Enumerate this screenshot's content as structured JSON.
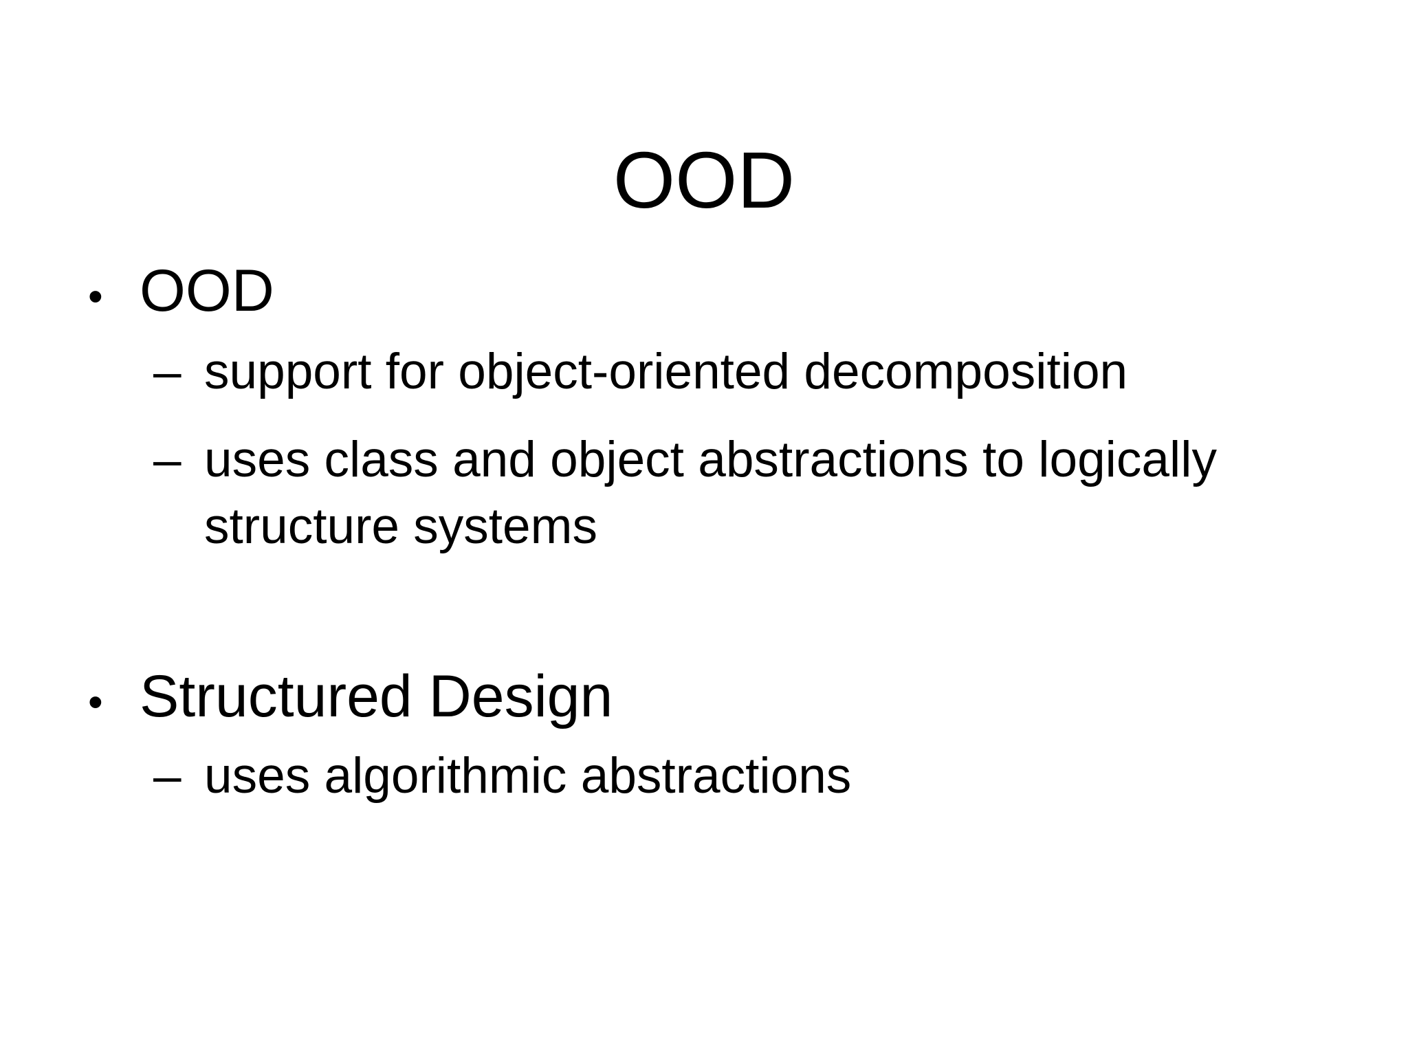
{
  "slide": {
    "title": "OOD",
    "bullet_glyph": "•",
    "dash_glyph": "–",
    "bullets": [
      {
        "label": "OOD",
        "subs": [
          "support for object-oriented decomposition",
          "uses class and object abstractions to logically structure systems"
        ]
      },
      {
        "label": "Structured Design",
        "subs": [
          "uses algorithmic abstractions"
        ]
      }
    ],
    "colors": {
      "background": "#ffffff",
      "text": "#000000"
    }
  }
}
